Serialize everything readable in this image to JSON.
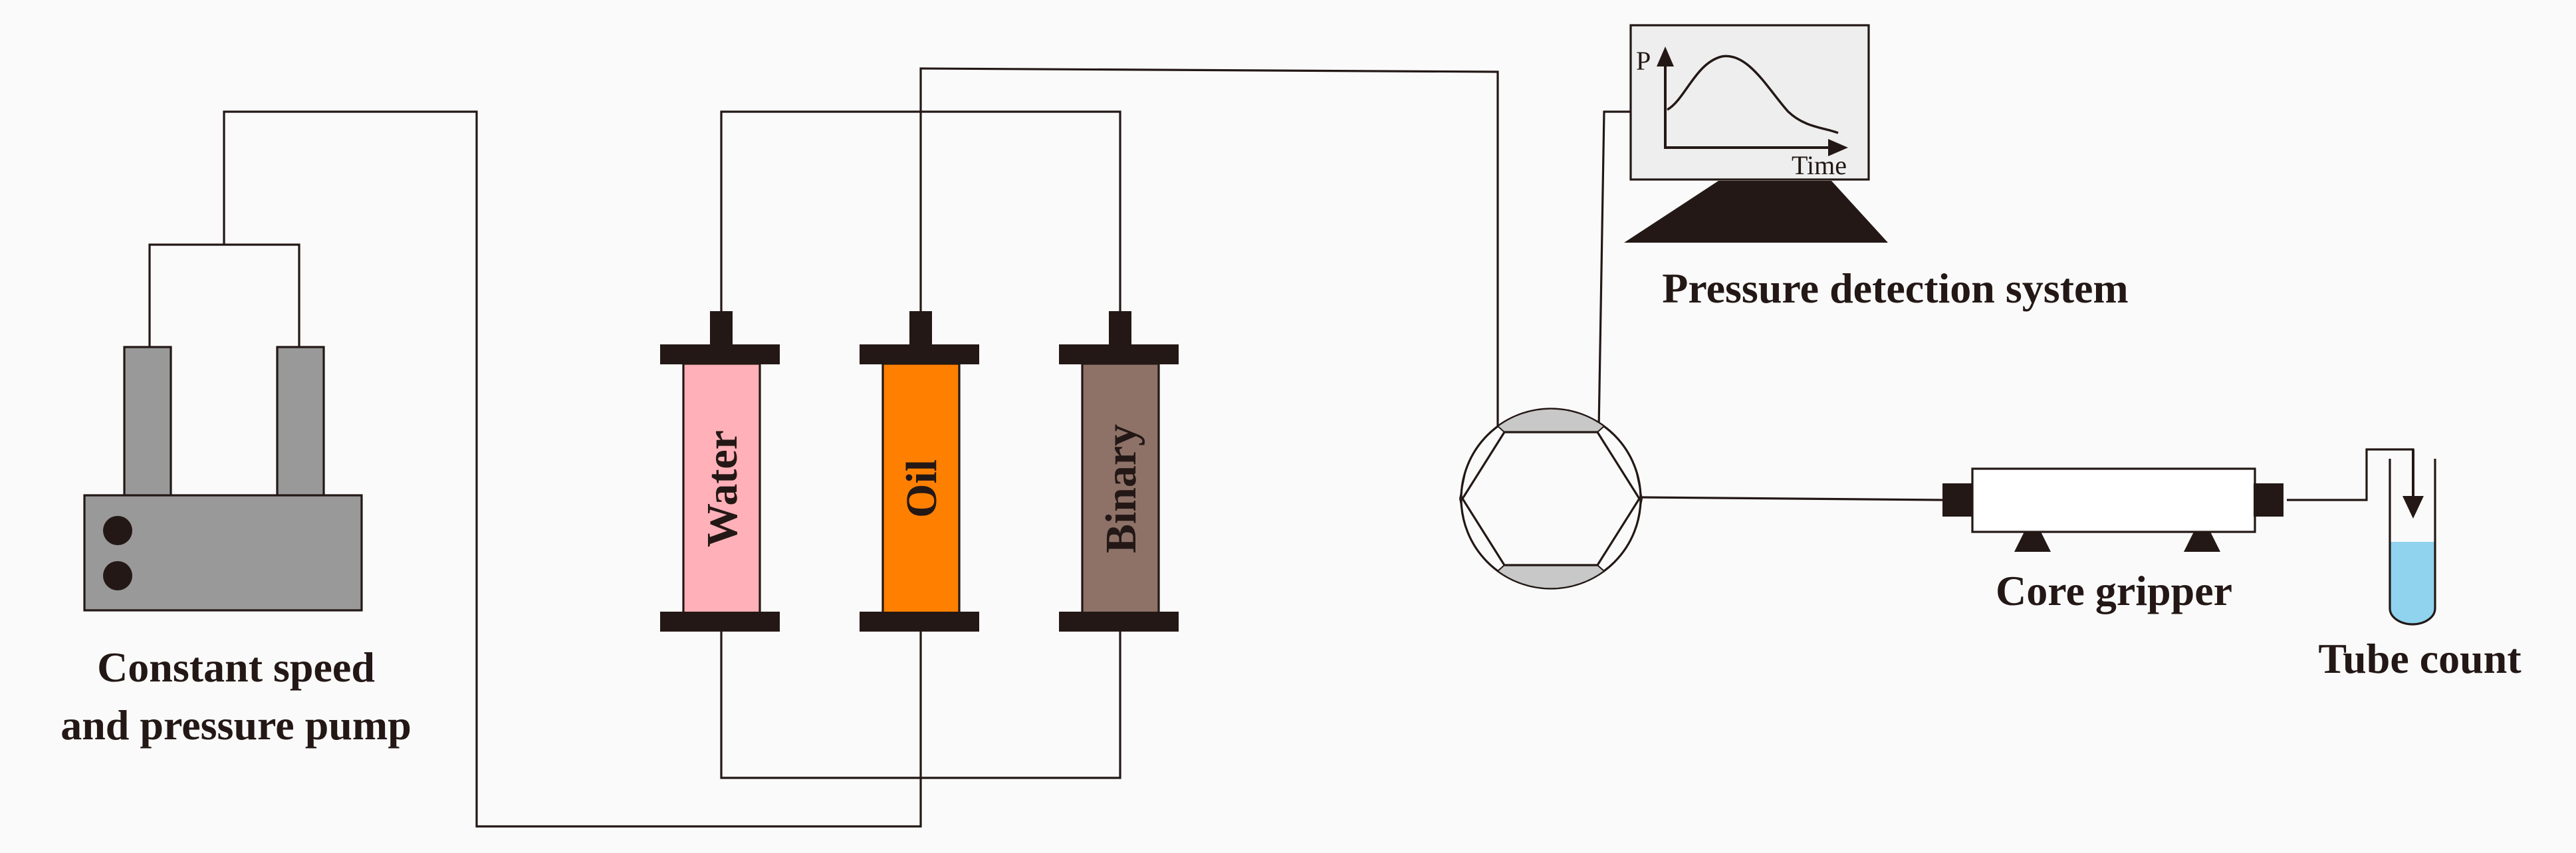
{
  "labels": {
    "pump_line1": "Constant speed",
    "pump_line2": "and pressure pump",
    "pressure_system": "Pressure detection system",
    "core_gripper": "Core gripper",
    "tube_count": "Tube count",
    "axis_p": "P",
    "axis_time": "Time"
  },
  "cylinders": [
    {
      "label": "Water",
      "color": "#ffb0b8"
    },
    {
      "label": "Oil",
      "color": "#ff8000"
    },
    {
      "label": "Binary",
      "color": "#8e7268"
    }
  ],
  "colors": {
    "line": "#231815",
    "pump_gray": "#999999",
    "monitor_screen": "#eeeeee",
    "valve_segment": "#c8c8c8",
    "tube_liquid": "#8fd3ee",
    "background": "#fafafa"
  }
}
